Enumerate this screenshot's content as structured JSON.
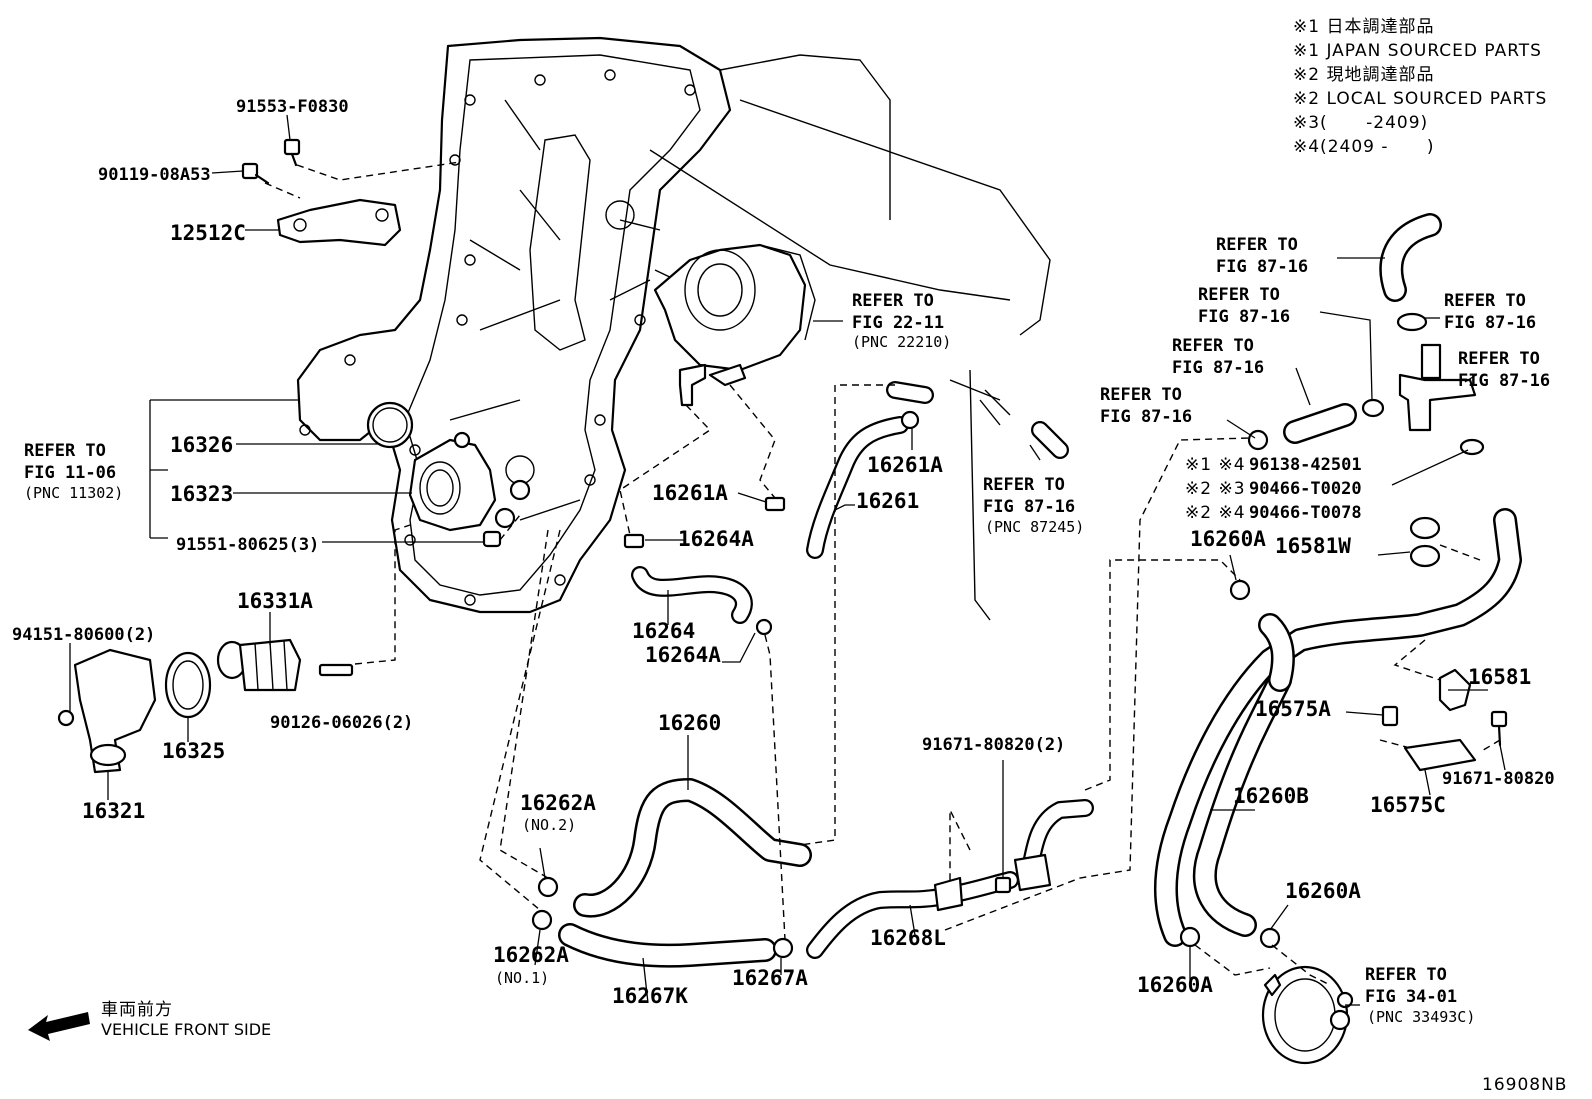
{
  "notes": {
    "line1": "※1 日本調達部品",
    "line2": "※1 JAPAN SOURCED PARTS",
    "line3": "※2 現地調達部品",
    "line4": "※2 LOCAL SOURCED PARTS",
    "line5": "※3(      -2409)",
    "line6": "※4(2409 -      )"
  },
  "labels": {
    "p91553_f0830": "91553-F0830",
    "p90119_08a53": "90119-08A53",
    "p12512c": "12512C",
    "p16326": "16326",
    "p16323": "16323",
    "p91551_80625": "91551-80625(3)",
    "p94151_80600": "94151-80600(2)",
    "p16331a": "16331A",
    "p16325": "16325",
    "p16321": "16321",
    "p90126_06026": "90126-06026(2)",
    "p16261a_left": "16261A",
    "p16264a_top": "16264A",
    "p16264": "16264",
    "p16264a_bottom": "16264A",
    "p16261a_right": "16261A",
    "p16261": "16261",
    "p16260": "16260",
    "p16262a_no2": "16262A",
    "no2": "(NO.2)",
    "p16262a_no1": "16262A",
    "no1": "(NO.1)",
    "p16267k": "16267K",
    "p16267a": "16267A",
    "p16268l": "16268L",
    "p91671_80820_2": "91671-80820(2)",
    "p16260a_top": "16260A",
    "p16581w": "16581W",
    "p16581": "16581",
    "p16575a": "16575A",
    "p91671_80820": "91671-80820",
    "p16575c": "16575C",
    "p16260b": "16260B",
    "p16260a_right": "16260A",
    "p16260a_bottom": "16260A",
    "p96138_42501": "96138-42501",
    "p90466_t0020": "90466-T0020",
    "p90466_t0078": "90466-T0078",
    "mark_1_4": "※1 ※4",
    "mark_2_3": "※2 ※3",
    "mark_2_4": "※2 ※4",
    "figure_code": "16908NB"
  },
  "references": {
    "fig_22_11": {
      "line1": "REFER TO",
      "line2": "FIG 22-11",
      "line3": "(PNC 22210)"
    },
    "fig_11_06": {
      "line1": "REFER TO",
      "line2": "FIG 11-06",
      "line3": "(PNC 11302)"
    },
    "fig_87_16_center": {
      "line1": "REFER TO",
      "line2": "FIG 87-16",
      "line3": "(PNC 87245)"
    },
    "fig_87_16_a": {
      "line1": "REFER TO",
      "line2": "FIG 87-16"
    },
    "fig_87_16_b": {
      "line1": "REFER TO",
      "line2": "FIG 87-16"
    },
    "fig_87_16_c": {
      "line1": "REFER TO",
      "line2": "FIG 87-16"
    },
    "fig_87_16_d": {
      "line1": "REFER TO",
      "line2": "FIG 87-16"
    },
    "fig_87_16_e": {
      "line1": "REFER TO",
      "line2": "FIG 87-16"
    },
    "fig_87_16_f": {
      "line1": "REFER TO",
      "line2": "FIG 87-16"
    },
    "fig_34_01": {
      "line1": "REFER TO",
      "line2": "FIG 34-01",
      "line3": "(PNC 33493C)"
    }
  },
  "direction": {
    "jp": "車両前方",
    "en": "VEHICLE FRONT SIDE",
    "icon": "front-arrow-icon"
  }
}
